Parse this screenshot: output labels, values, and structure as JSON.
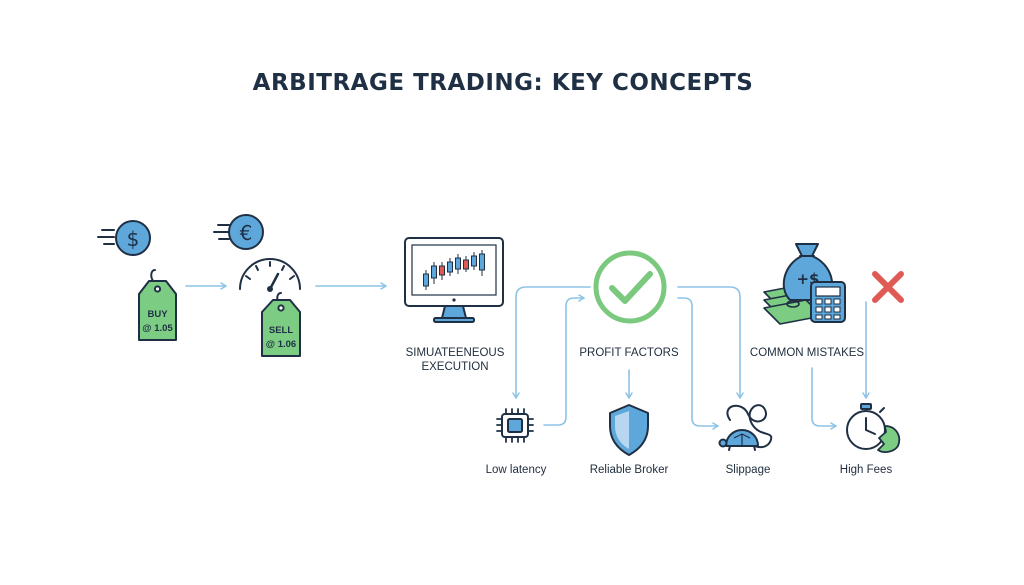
{
  "title": "ARBITRAGE TRADING: KEY CONCEPTS",
  "trades": {
    "buy": {
      "line1": "BUY",
      "line2": "@ 1.05"
    },
    "sell": {
      "line1": "SELL",
      "line2": "@ 1.06"
    },
    "buy_currency_icon": "dollar-coin-icon",
    "sell_currency_icon": "euro-coin-icon",
    "speed_icon": "speedometer-icon"
  },
  "execution": {
    "label_line1": "SIMUATEENEOUS",
    "label_line2": "EXECUTION",
    "icon": "candlestick-monitor-icon"
  },
  "profit": {
    "label": "PROFIT FACTORS",
    "icon": "checkmark-circle-icon",
    "factors": [
      {
        "label": "Low latency",
        "icon": "cpu-chip-icon"
      },
      {
        "label": "Reliable Broker",
        "icon": "shield-icon"
      }
    ]
  },
  "mistakes": {
    "label": "COMMON MISTAKES",
    "icon": "money-bag-calculator-icon",
    "cross_icon": "red-x-icon",
    "items": [
      {
        "label": "Slippage",
        "icon": "turtle-knot-icon"
      },
      {
        "label": "High Fees",
        "icon": "stopwatch-icon"
      }
    ]
  },
  "colors": {
    "ink": "#1f3045",
    "blue_fill": "#5ea7db",
    "green_fill": "#7ccd83",
    "connector": "#8ec3e6",
    "check_green": "#7bc97e",
    "cross_red": "#e05a55"
  }
}
